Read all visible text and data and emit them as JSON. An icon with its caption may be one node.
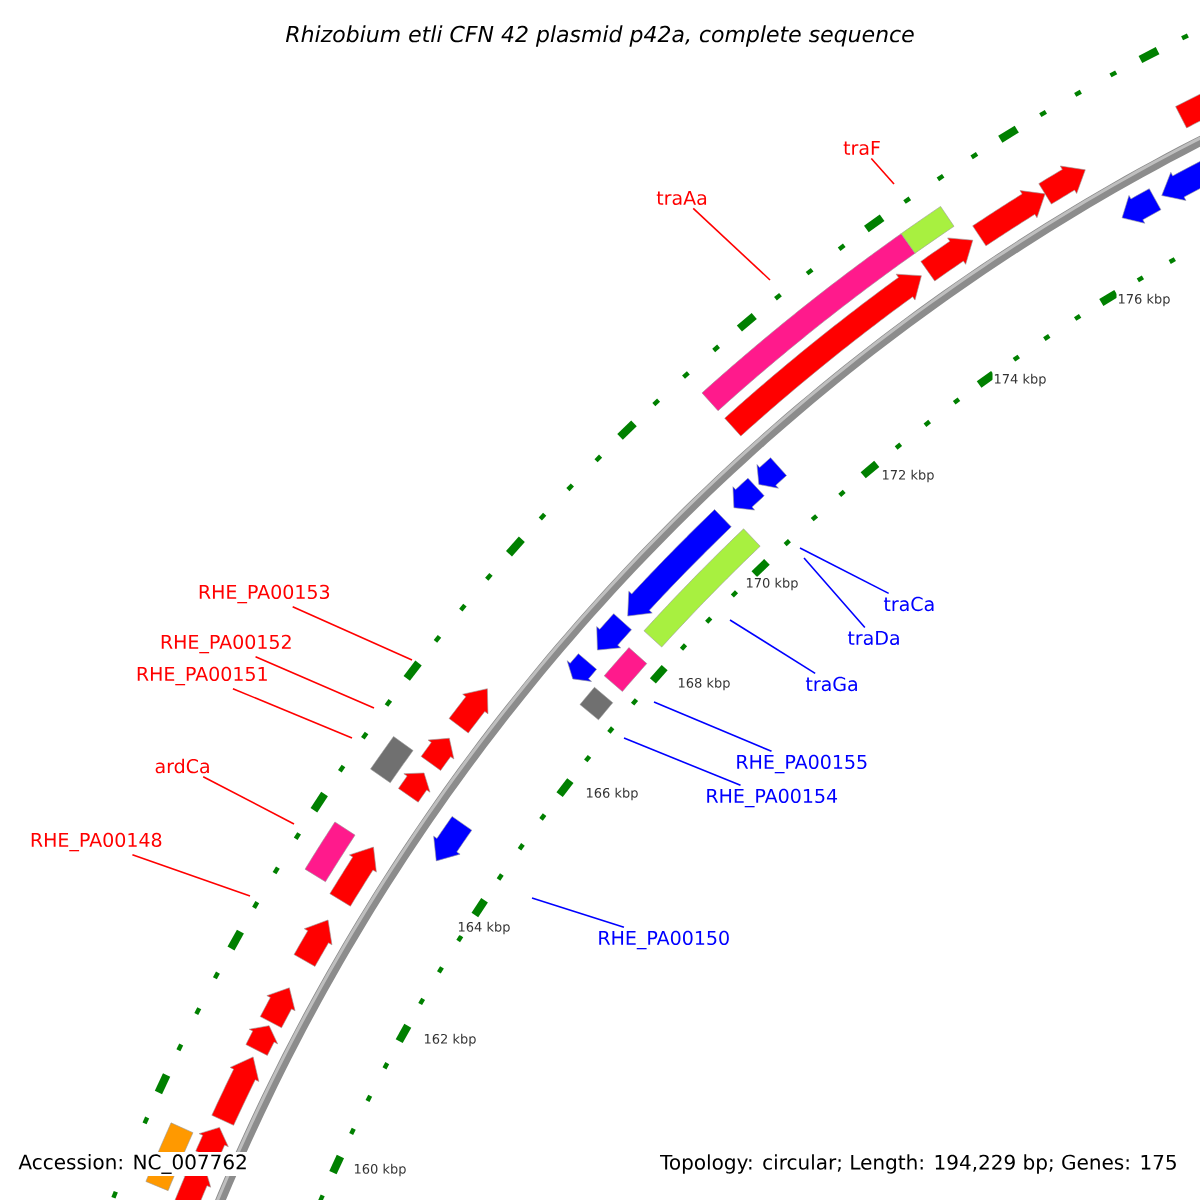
{
  "diagram": {
    "title": "Rhizobium etli CFN 42 plasmid p42a, complete sequence",
    "nodes": [
      {
        "text": [
          "traF"
        ]
      },
      {
        "text": [
          "traAa"
        ]
      },
      {
        "text": [
          "RHE_PA00153"
        ]
      },
      {
        "text": [
          "RHE_PA00152"
        ]
      },
      {
        "text": [
          "RHE_PA00151"
        ]
      },
      {
        "text": [
          "ardCa"
        ]
      },
      {
        "text": [
          "RHE_PA00148"
        ]
      },
      {
        "text": [
          "traCa"
        ]
      },
      {
        "text": [
          "traDa"
        ]
      },
      {
        "text": [
          "traGa"
        ]
      },
      {
        "text": [
          "RHE_PA00155"
        ]
      },
      {
        "text": [
          "RHE_PA00154"
        ]
      },
      {
        "text": [
          "RHE_PA00150"
        ]
      }
    ],
    "edges": [
      {
        "from": 0,
        "to": null,
        "arrow": "none"
      },
      {
        "from": 1,
        "to": null,
        "arrow": "none"
      },
      {
        "from": 2,
        "to": null,
        "arrow": "none"
      },
      {
        "from": 3,
        "to": null,
        "arrow": "none"
      },
      {
        "from": 4,
        "to": null,
        "arrow": "none"
      },
      {
        "from": 5,
        "to": null,
        "arrow": "none"
      },
      {
        "from": 6,
        "to": null,
        "arrow": "none"
      },
      {
        "from": 7,
        "to": null,
        "arrow": "none",
        "color": "#0000ff"
      },
      {
        "from": 8,
        "to": null,
        "arrow": "none",
        "color": "#0000ff"
      },
      {
        "from": 9,
        "to": null,
        "arrow": "none",
        "color": "#0000ff"
      },
      {
        "from": 10,
        "to": null,
        "arrow": "none",
        "color": "#0000ff"
      },
      {
        "from": 11,
        "to": null,
        "arrow": "none",
        "color": "#0000ff"
      },
      {
        "from": 12,
        "to": null,
        "arrow": "none",
        "color": "#0000ff"
      }
    ],
    "labels": [
      "176 kbp",
      "174 kbp",
      "172 kbp",
      "170 kbp",
      "168 kbp",
      "166 kbp",
      "164 kbp",
      "162 kbp",
      "160 kbp",
      "Accession: NC_007762",
      "Topology: circular; Length: 194,229 bp; Genes: 175"
    ]
  }
}
